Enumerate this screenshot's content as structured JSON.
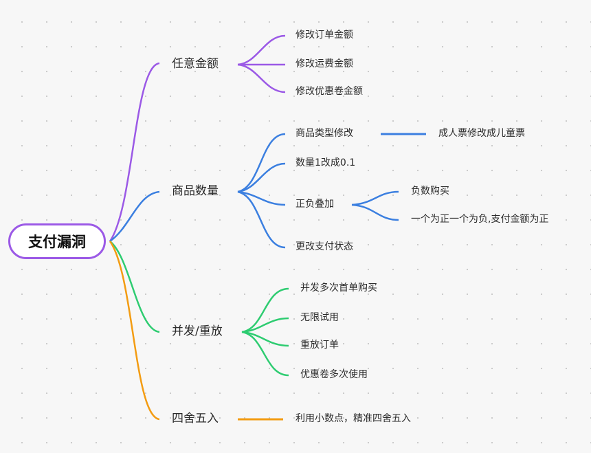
{
  "colors": {
    "purple": "#9b59e6",
    "blue": "#3b7fe0",
    "green": "#2ecc71",
    "orange": "#f39c12"
  },
  "root": {
    "label": "支付漏洞"
  },
  "branches": [
    {
      "label": "任意金额",
      "color": "purple",
      "children": [
        "修改订单金额",
        "修改运费金额",
        "修改优惠卷金额"
      ]
    },
    {
      "label": "商品数量",
      "color": "blue",
      "children": [
        {
          "label": "商品类型修改",
          "children": [
            "成人票修改成儿童票"
          ]
        },
        {
          "label": "数量1改成0.1"
        },
        {
          "label": "正负叠加",
          "children": [
            "负数购买",
            "一个为正一个为负,支付金额为正"
          ]
        },
        {
          "label": "更改支付状态"
        }
      ]
    },
    {
      "label": "并发/重放",
      "color": "green",
      "children": [
        "并发多次首单购买",
        "无限试用",
        "重放订单",
        "优惠卷多次使用"
      ]
    },
    {
      "label": "四舍五入",
      "color": "orange",
      "children": [
        "利用小数点，精准四舍五入"
      ]
    }
  ]
}
